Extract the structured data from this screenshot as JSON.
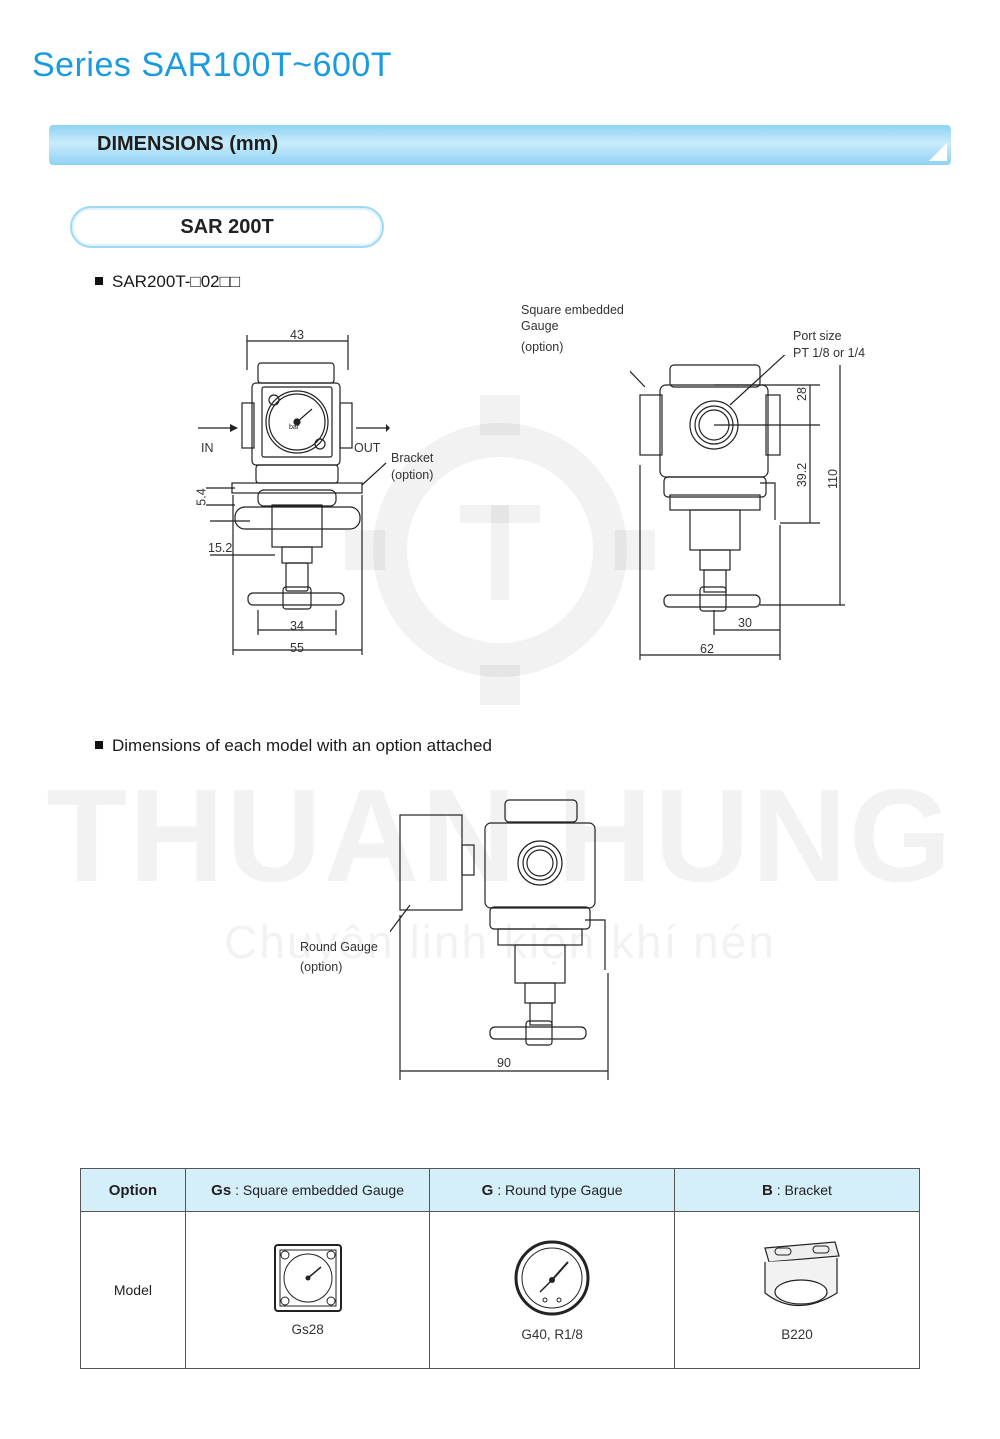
{
  "header": {
    "series_title": "Series SAR100T~600T",
    "dimensions_label": "DIMENSIONS (mm)",
    "model_pill": "SAR 200T"
  },
  "section1": {
    "bullet": "SAR200T-□02□□",
    "front_view": {
      "dim_top": "43",
      "label_in": "IN",
      "label_out": "OUT",
      "bracket_label_1": "Bracket",
      "bracket_label_2": "(option)",
      "dim_5_4": "5.4",
      "dim_15_2": "15.2",
      "dim_34": "34",
      "dim_55": "55",
      "gauge_unit": "bar"
    },
    "side_view": {
      "gauge_label_1": "Square embedded",
      "gauge_label_2": "Gauge",
      "gauge_label_3": "(option)",
      "port_label_1": "Port size",
      "port_label_2": "PT 1/8 or 1/4",
      "dim_28": "28",
      "dim_39_2": "39.2",
      "dim_110": "110",
      "dim_30": "30",
      "dim_62": "62"
    }
  },
  "section2": {
    "bullet": "Dimensions of each model with an option attached",
    "round_gauge_label_1": "Round Gauge",
    "round_gauge_label_2": "(option)",
    "dim_90": "90"
  },
  "watermark": {
    "big": "THUAN HUNG",
    "small": "Chuyên linh kiện khí nén"
  },
  "option_table": {
    "header_option": "Option",
    "header_model": "Model",
    "columns": [
      {
        "code": "Gs",
        "desc": ": Square embedded Gauge",
        "model": "Gs28"
      },
      {
        "code": "G",
        "desc": ": Round type Gague",
        "model": "G40, R1/8"
      },
      {
        "code": "B",
        "desc": ": Bracket",
        "model": "B220"
      }
    ]
  }
}
